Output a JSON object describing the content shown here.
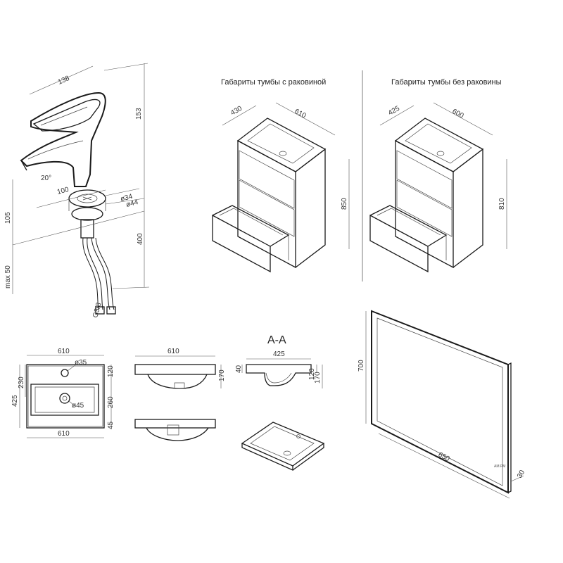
{
  "faucet": {
    "dims": {
      "width_top": "138",
      "height_top": "153",
      "angle": "20°",
      "reach": "100",
      "hole_small": "ø34",
      "hole_big": "ø44",
      "height_mid": "105",
      "hose_len": "400",
      "max": "max 50",
      "thread": "G3/8"
    }
  },
  "cabinet_with_sink": {
    "caption": "Габариты тумбы с раковиной",
    "depth": "430",
    "width": "610",
    "height": "850"
  },
  "cabinet_without_sink": {
    "caption": "Габариты тумбы без раковины",
    "depth": "425",
    "width": "600",
    "height": "810"
  },
  "sink_top": {
    "width_top": "610",
    "width_bottom": "610",
    "hole_small": "ø35",
    "hole_big": "ø45",
    "depth_total": "425",
    "depth_part": "230",
    "right_1": "120",
    "right_2": "260",
    "right_3": "45"
  },
  "sink_side": {
    "width": "610",
    "height": "170"
  },
  "section": {
    "title": "A-A",
    "width": "425",
    "left_h": "40",
    "right_1": "120",
    "right_2": "170"
  },
  "mirror": {
    "height": "700",
    "width": "650",
    "depth": "30"
  }
}
